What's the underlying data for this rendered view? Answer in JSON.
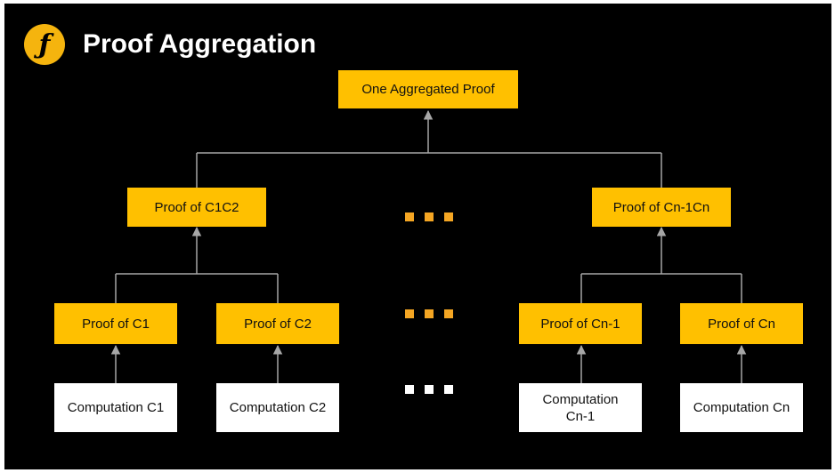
{
  "title": "Proof Aggregation",
  "logo": {
    "icon": "filecoin-logo-icon",
    "glyph": "ƒ",
    "color": "#F5B40E"
  },
  "colors": {
    "background": "#000000",
    "proof_box": "#FFC000",
    "computation_box": "#FFFFFF",
    "connector": "#A6A6A6",
    "dots_orange": "#F5A623",
    "dots_white": "#FFFFFF"
  },
  "nodes": {
    "aggregated": "One Aggregated Proof",
    "proof_c1c2": "Proof of C1C2",
    "proof_cn1cn": "Proof of Cn-1Cn",
    "proof_c1": "Proof of C1",
    "proof_c2": "Proof of C2",
    "proof_cn1": "Proof of Cn-1",
    "proof_cn": "Proof of Cn",
    "comp_c1": "Computation C1",
    "comp_c2": "Computation C2",
    "comp_cn1": "Computation Cn-1",
    "comp_cn": "Computation Cn"
  }
}
